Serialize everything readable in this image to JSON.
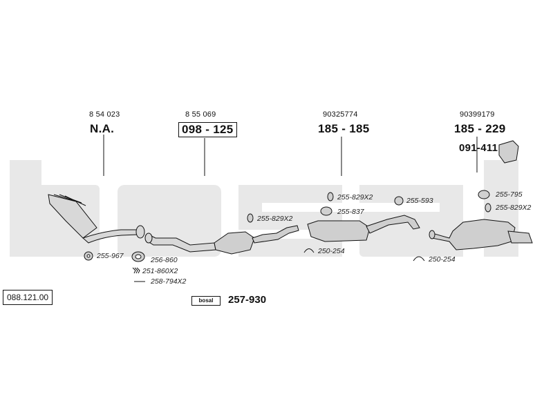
{
  "diagram_id": "088.121.00",
  "watermark_text": "bosal",
  "sections": [
    {
      "oe_number": "8 54 023",
      "part_number": "N.A."
    },
    {
      "oe_number": "8 55 069",
      "part_number": "098 - 125"
    },
    {
      "oe_number": "90325774",
      "part_number": "185 - 185"
    },
    {
      "oe_number": "90399179",
      "part_number": "185 - 229"
    }
  ],
  "accessory_part": "091-411",
  "parts": [
    "255-967",
    "256-860",
    "251-860X2",
    "258-794X2",
    "255-829X2",
    "255-829X2",
    "255-837",
    "250-254",
    "255-593",
    "255-795",
    "255-829X2",
    "250-254"
  ],
  "mounting_kit": {
    "logo_text": "bosal",
    "part_number": "257-930"
  },
  "colors": {
    "line": "#111111",
    "watermark": "#e6e6e6",
    "part_fill": "#d4d4d4"
  }
}
